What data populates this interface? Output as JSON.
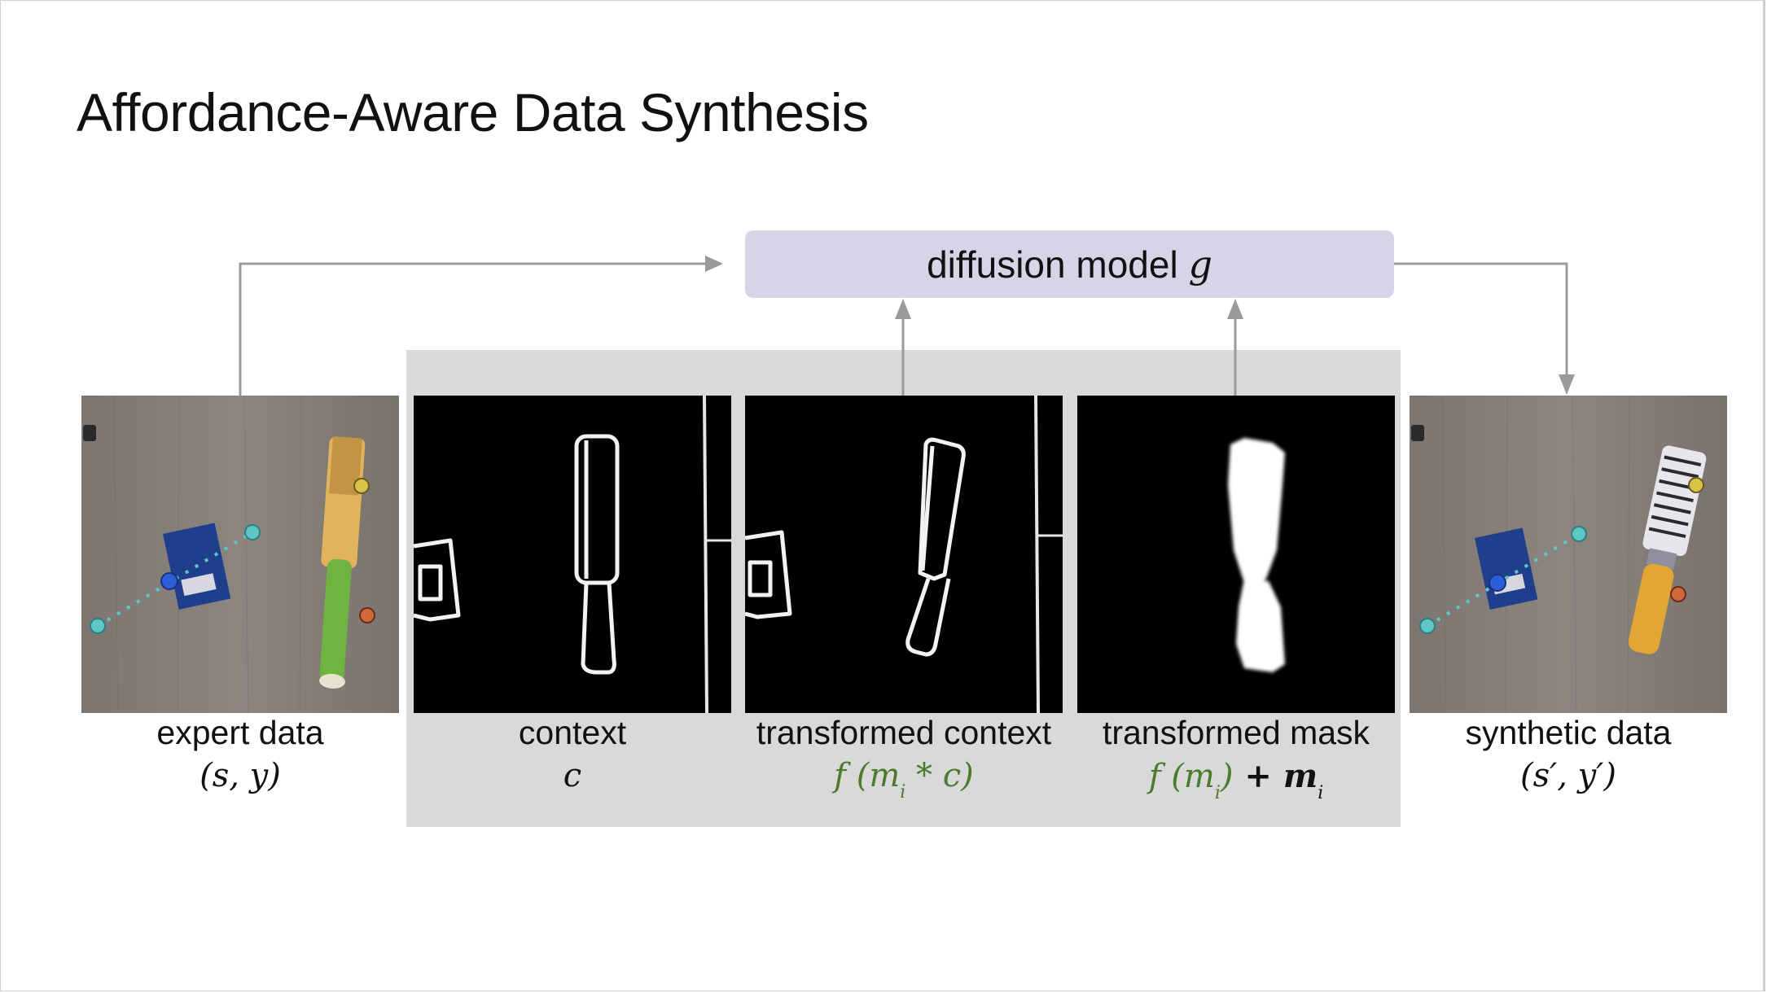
{
  "title": "Affordance-Aware Data Synthesis",
  "diffusion_model": {
    "label": "diffusion model",
    "symbol": "g"
  },
  "panels": [
    {
      "label": "expert data",
      "math": "(s, y)"
    },
    {
      "label": "context",
      "math": "c"
    },
    {
      "label": "transformed context",
      "math_parts": [
        "f (m",
        "i",
        " * c)"
      ]
    },
    {
      "label": "transformed mask",
      "math_parts": [
        "f (m",
        "i",
        ")",
        " + m",
        "i"
      ]
    },
    {
      "label": "synthetic data",
      "math": "(s′, y′)"
    }
  ],
  "colors": {
    "diffusion_box": "#d8d4e8",
    "panel_bg": "#d9d9d9",
    "arrow": "#9a9a9a",
    "accent_green": "#4a7c2c"
  }
}
